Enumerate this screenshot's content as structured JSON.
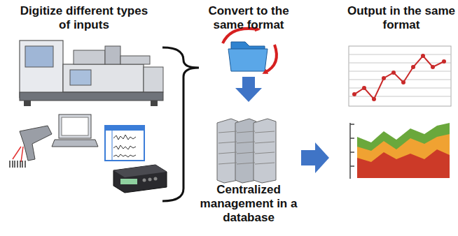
{
  "diagram": {
    "labels": [
      "Digitize different types of inputs",
      "Convert to the same format",
      "Centralized management in a database",
      "Output in the same format"
    ]
  }
}
